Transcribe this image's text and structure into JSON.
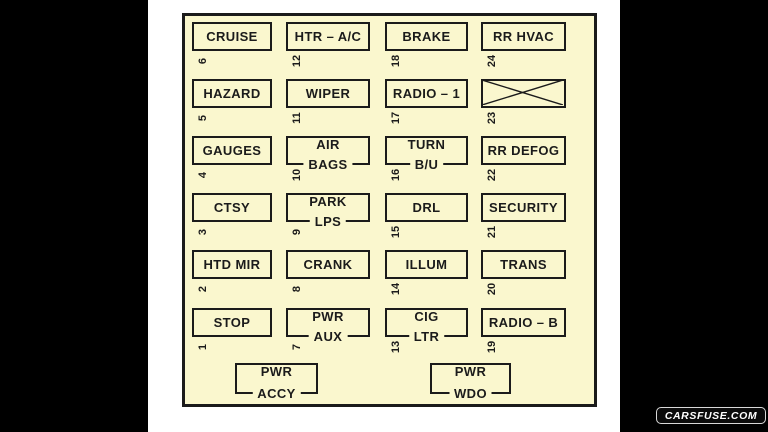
{
  "diagram": {
    "title": "fuse-box-diagram",
    "colors": {
      "page_bg": "#FFFFFF",
      "pillarbox": "#000000",
      "panel_bg": "#FAF7CE",
      "line": "#1B1B1B",
      "badge_bg": "#0B0B0B",
      "badge_text": "#FFFFFF"
    },
    "fuses": [
      {
        "number": "6",
        "lines": [
          "CRUISE"
        ],
        "row": 1,
        "col": 1,
        "crossed": false
      },
      {
        "number": "12",
        "lines": [
          "HTR – A/C"
        ],
        "row": 1,
        "col": 2,
        "crossed": false
      },
      {
        "number": "18",
        "lines": [
          "BRAKE"
        ],
        "row": 1,
        "col": 3,
        "crossed": false
      },
      {
        "number": "24",
        "lines": [
          "RR HVAC"
        ],
        "row": 1,
        "col": 4,
        "crossed": false
      },
      {
        "number": "5",
        "lines": [
          "HAZARD"
        ],
        "row": 2,
        "col": 1,
        "crossed": false
      },
      {
        "number": "11",
        "lines": [
          "WIPER"
        ],
        "row": 2,
        "col": 2,
        "crossed": false
      },
      {
        "number": "17",
        "lines": [
          "RADIO – 1"
        ],
        "row": 2,
        "col": 3,
        "crossed": false
      },
      {
        "number": "23",
        "lines": [],
        "row": 2,
        "col": 4,
        "crossed": true
      },
      {
        "number": "4",
        "lines": [
          "GAUGES"
        ],
        "row": 3,
        "col": 1,
        "crossed": false
      },
      {
        "number": "10",
        "lines": [
          "AIR",
          "BAGS"
        ],
        "row": 3,
        "col": 2,
        "crossed": false
      },
      {
        "number": "16",
        "lines": [
          "TURN",
          "B/U"
        ],
        "row": 3,
        "col": 3,
        "crossed": false
      },
      {
        "number": "22",
        "lines": [
          "RR DEFOG"
        ],
        "row": 3,
        "col": 4,
        "crossed": false
      },
      {
        "number": "3",
        "lines": [
          "CTSY"
        ],
        "row": 4,
        "col": 1,
        "crossed": false
      },
      {
        "number": "9",
        "lines": [
          "PARK",
          "LPS"
        ],
        "row": 4,
        "col": 2,
        "crossed": false
      },
      {
        "number": "15",
        "lines": [
          "DRL"
        ],
        "row": 4,
        "col": 3,
        "crossed": false
      },
      {
        "number": "21",
        "lines": [
          "SECURITY"
        ],
        "row": 4,
        "col": 4,
        "crossed": false
      },
      {
        "number": "2",
        "lines": [
          "HTD MIR"
        ],
        "row": 5,
        "col": 1,
        "crossed": false
      },
      {
        "number": "8",
        "lines": [
          "CRANK"
        ],
        "row": 5,
        "col": 2,
        "crossed": false
      },
      {
        "number": "14",
        "lines": [
          "ILLUM"
        ],
        "row": 5,
        "col": 3,
        "crossed": false
      },
      {
        "number": "20",
        "lines": [
          "TRANS"
        ],
        "row": 5,
        "col": 4,
        "crossed": false
      },
      {
        "number": "1",
        "lines": [
          "STOP"
        ],
        "row": 6,
        "col": 1,
        "crossed": false
      },
      {
        "number": "7",
        "lines": [
          "PWR",
          "AUX"
        ],
        "row": 6,
        "col": 2,
        "crossed": false
      },
      {
        "number": "13",
        "lines": [
          "CIG",
          "LTR"
        ],
        "row": 6,
        "col": 3,
        "crossed": false
      },
      {
        "number": "19",
        "lines": [
          "RADIO – B"
        ],
        "row": 6,
        "col": 4,
        "crossed": false
      }
    ],
    "aux_fuses": [
      {
        "lines": [
          "PWR",
          "ACCY"
        ],
        "position": "left"
      },
      {
        "lines": [
          "PWR",
          "WDO"
        ],
        "position": "right"
      }
    ],
    "watermark": {
      "text": "CARSFUSE.COM"
    }
  }
}
